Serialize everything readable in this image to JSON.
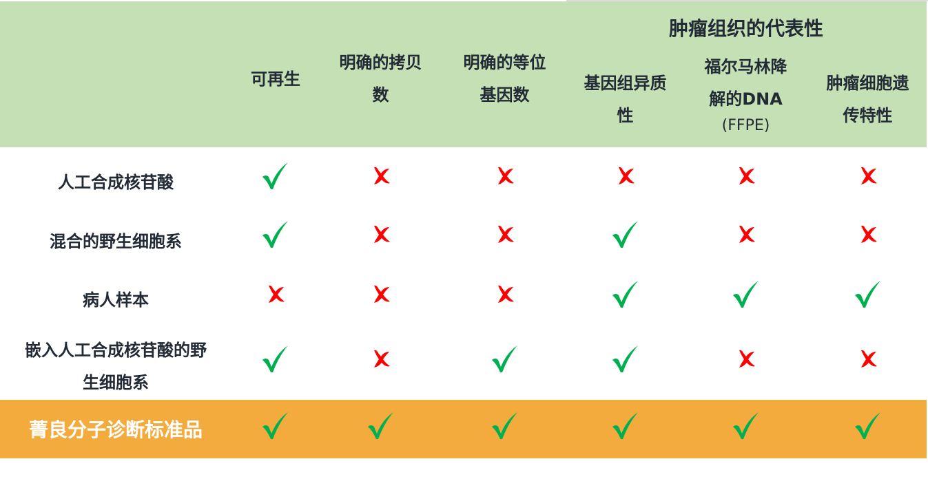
{
  "colors": {
    "header_bg": "#c5e0b4",
    "highlight_bg": "#f4ab3e",
    "check": "#00b050",
    "cross": "#ff0000",
    "text": "#222a35"
  },
  "header": {
    "group_title": "肿瘤组织的代表性",
    "columns": [
      {
        "line1": "可再生",
        "line2": "",
        "sub": ""
      },
      {
        "line1": "明确的拷贝",
        "line2": "数",
        "sub": ""
      },
      {
        "line1": "明确的等位",
        "line2": "基因数",
        "sub": ""
      },
      {
        "line1": "基因组异质",
        "line2": "性",
        "sub": ""
      },
      {
        "line1": "福尔马林降",
        "line2": "解的DNA",
        "sub": "(FFPE)"
      },
      {
        "line1": "肿瘤细胞遗",
        "line2": "传特性",
        "sub": ""
      }
    ]
  },
  "rows": [
    {
      "label1": "人工合成核苷酸",
      "label2": "",
      "values": [
        "check",
        "cross",
        "cross",
        "cross",
        "cross",
        "cross"
      ]
    },
    {
      "label1": "混合的野生细胞系",
      "label2": "",
      "values": [
        "check",
        "cross",
        "cross",
        "check",
        "cross",
        "cross"
      ]
    },
    {
      "label1": "病人样本",
      "label2": "",
      "values": [
        "cross",
        "cross",
        "cross",
        "check",
        "check",
        "check"
      ]
    },
    {
      "label1": "嵌入人工合成核苷酸的野",
      "label2": "生细胞系",
      "values": [
        "check",
        "cross",
        "check",
        "check",
        "cross",
        "cross"
      ]
    }
  ],
  "highlight_row": {
    "label": "菁良分子诊断标准品",
    "values": [
      "check",
      "check",
      "check",
      "check",
      "check",
      "check"
    ]
  }
}
